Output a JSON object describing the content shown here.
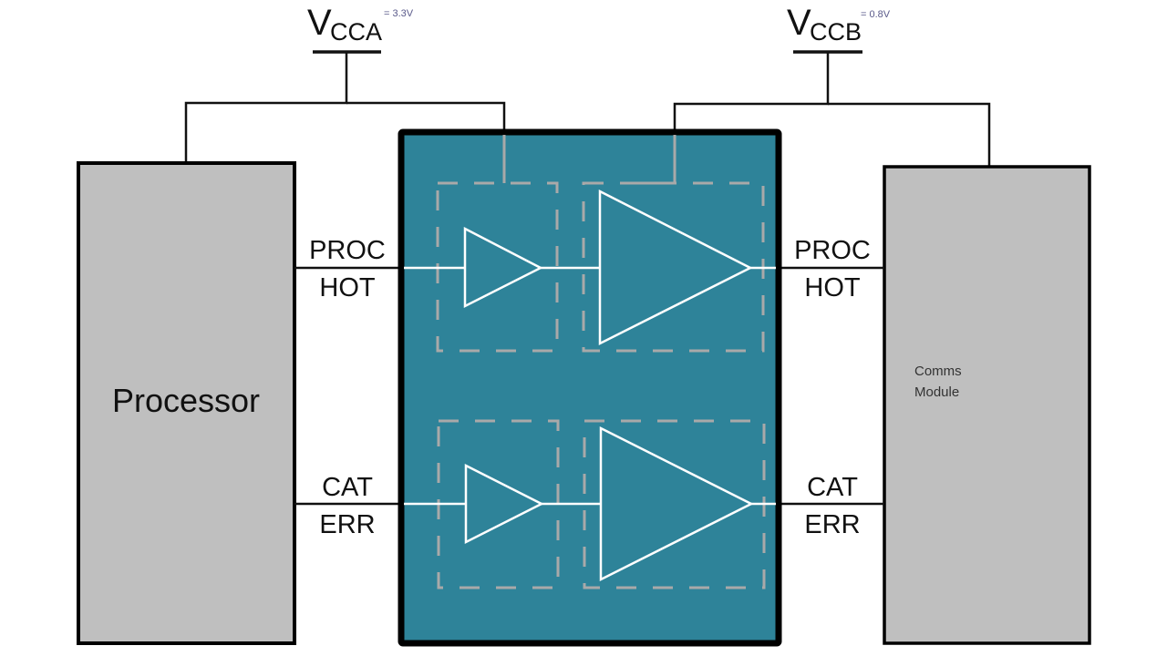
{
  "supplies": {
    "vcca": {
      "main": "V",
      "sub": "CCA",
      "value": "= 3.3V"
    },
    "vccb": {
      "main": "V",
      "sub": "CCB",
      "value": "= 0.8V"
    }
  },
  "blocks": {
    "processor": {
      "label": "Processor",
      "fill": "#bfbfbf"
    },
    "translator": {
      "fill": "#2e8399",
      "border": "#000000"
    },
    "comms": {
      "line1": "Comms",
      "line2": "Module",
      "fill": "#bfbfbf"
    }
  },
  "signals": {
    "left_top": {
      "line1": "PROC",
      "line2": "HOT"
    },
    "left_bottom": {
      "line1": "CAT",
      "line2": "ERR"
    },
    "right_top": {
      "line1": "PROC",
      "line2": "HOT"
    },
    "right_bottom": {
      "line1": "CAT",
      "line2": "ERR"
    }
  }
}
